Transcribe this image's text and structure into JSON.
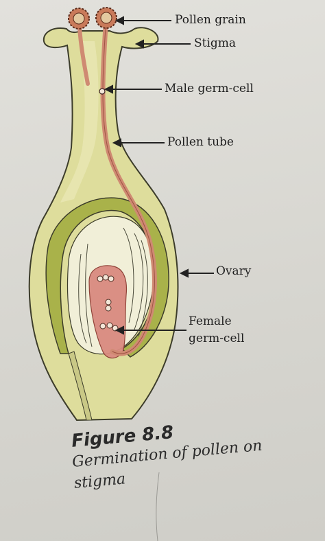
{
  "labels": {
    "pollen_grain": "Pollen grain",
    "stigma": "Stigma",
    "male_germ_cell": "Male germ-cell",
    "pollen_tube": "Pollen tube",
    "ovary": "Ovary",
    "female_germ_cell_line1": "Female",
    "female_germ_cell_line2": "germ-cell"
  },
  "figure": {
    "title": "Figure 8.8",
    "caption": "Germination of pollen on stigma"
  },
  "colors": {
    "paper": "#d9d8d3",
    "pistil_fill": "#dedd9c",
    "pistil_outline": "#3c3c2a",
    "ovule_band": "#a9b24a",
    "pollen_tube": "#cf8a72",
    "embryo_sac": "#d98a80",
    "pollen_grain": "#c97a5a",
    "label_text": "#1e1e1e"
  }
}
